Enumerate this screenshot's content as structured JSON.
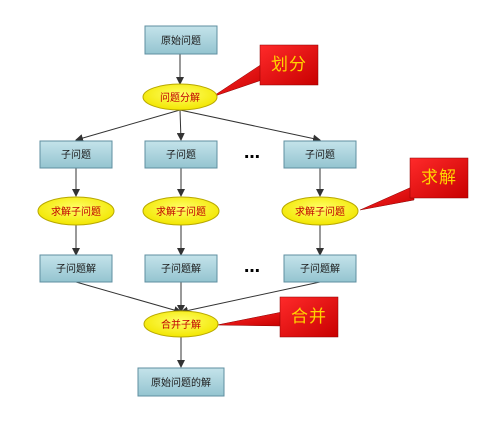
{
  "nodes": {
    "original_problem": "原始问题",
    "decompose": "问题分解",
    "sub_problem": "子问题",
    "solve_sub": "求解子问题",
    "sub_solution": "子问题解",
    "merge": "合并子解",
    "final_solution": "原始问题的解",
    "ellipsis": "…"
  },
  "callouts": {
    "divide": "划分",
    "solve": "求解",
    "combine": "合并"
  },
  "colors": {
    "box_fill": "#a6d2dc",
    "box_stroke": "#5f8fa0",
    "oval_fill": "#ffff00",
    "oval_text": "#c00000",
    "callout_fill": "#ee1111",
    "callout_text": "#ffd400"
  }
}
